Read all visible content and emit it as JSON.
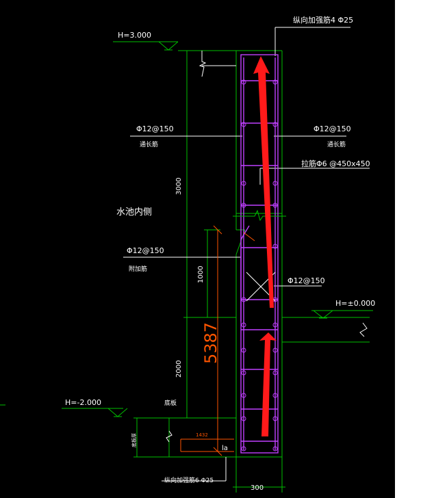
{
  "levels": {
    "top": "H=3.000",
    "middle": "H=±0.000",
    "bottom": "H=-2.000"
  },
  "labels": {
    "top_longitudinal": "纵向加强筋4 Φ25",
    "bottom_longitudinal": "纵向加强筋6 Φ25",
    "left_rebar": "Φ12@150",
    "left_rebar_note": "通长筋",
    "right_rebar": "Φ12@150",
    "right_rebar_note": "通长筋",
    "tie_bar": "拉筋Φ6 @450x450",
    "pool_inner": "水池内侧",
    "haunch_rebar": "Φ12@150",
    "haunch_rebar_note": "附加筋",
    "cross_rebar": "Φ12@150",
    "base_slab": "底板",
    "slab_thickness": "底板厚",
    "la": "la"
  },
  "dimensions": {
    "upper": "3000",
    "haunch": "1000",
    "lower": "2000",
    "total_red": "5387",
    "bottom_red": "1432",
    "width": "300"
  },
  "colors": {
    "background": "#000000",
    "dimension": "#00c000",
    "stirrup": "#c040ff",
    "arrow": "#ff1a1a",
    "text": "#ffffff",
    "red_dim": "#ff3300"
  }
}
